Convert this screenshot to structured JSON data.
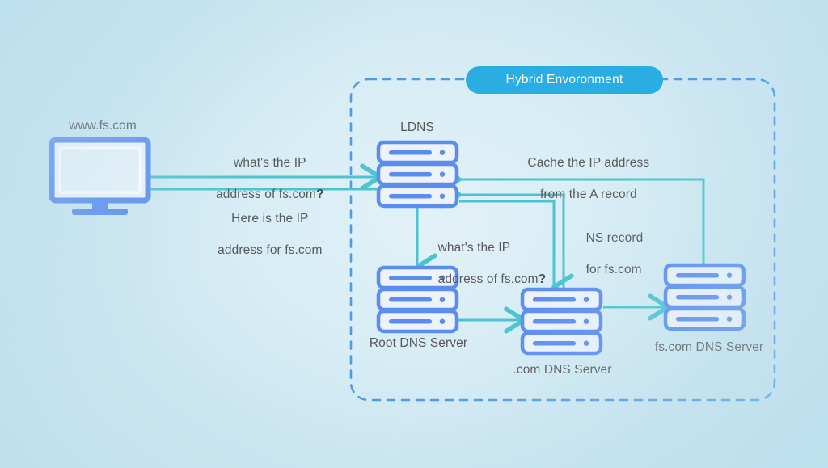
{
  "diagram": {
    "title_badge": "Hybrid Envoronment",
    "background_color": "#cfe8f2",
    "accent_blue": "#5b8def",
    "badge_color": "#29ade3",
    "line_color": "#4cc3d0",
    "dashed_border_color": "#4f9bea",
    "text_color": "#58595b"
  },
  "nodes": {
    "client": {
      "label": "www.fs.com",
      "icon": "desktop-monitor-icon"
    },
    "ldns": {
      "label": "LDNS",
      "icon": "server-rack-icon"
    },
    "root_dns": {
      "label": "Root DNS Server",
      "icon": "server-rack-icon"
    },
    "com_dns": {
      "label": ".com DNS Server",
      "icon": "server-rack-icon"
    },
    "fs_dns": {
      "label": "fs.com DNS Server",
      "icon": "server-rack-icon"
    }
  },
  "flow_labels": {
    "query_line1": "what's the IP",
    "query_line2": "address of fs.com",
    "query_qmark": "?",
    "answer_line1": "Here is the IP",
    "answer_line2": "address for fs.com",
    "cache_line1": "Cache the IP address",
    "cache_line2": "from the A record",
    "root_query_line1": "what's the IP",
    "root_query_line2": "address of fs.com",
    "root_query_qmark": "?",
    "ns_record_line1": "NS record",
    "ns_record_line2": "for fs.com"
  }
}
